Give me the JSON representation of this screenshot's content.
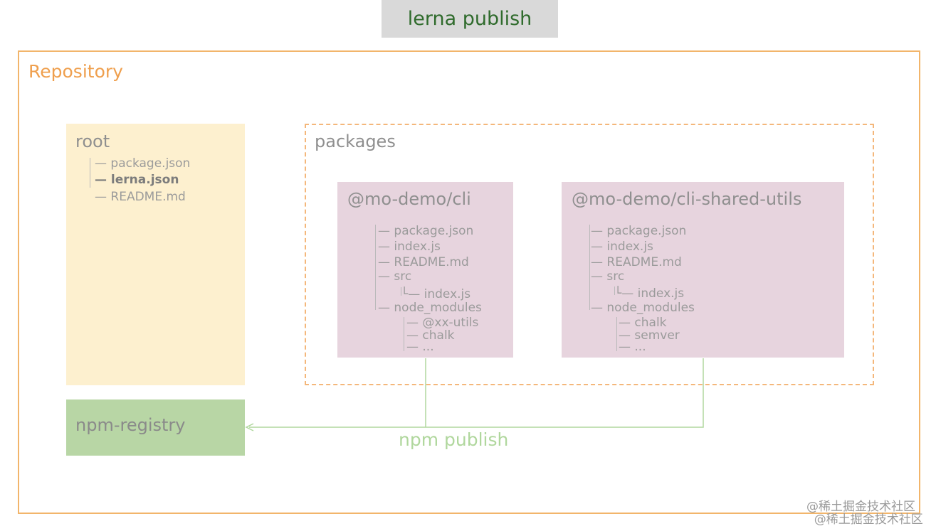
{
  "title": "lerna publish",
  "repository": {
    "label": "Repository"
  },
  "root": {
    "label": "root",
    "files": [
      "— package.json",
      "— lerna.json",
      "— README.md"
    ]
  },
  "packages": {
    "label": "packages",
    "cli": {
      "name": "@mo-demo/cli",
      "files": [
        "— package.json",
        "— index.js",
        "— README.md",
        "— src",
        "└— index.js",
        "— node_modules",
        "— @xx-utils",
        "— chalk",
        "— ..."
      ]
    },
    "shared": {
      "name": "@mo-demo/cli-shared-utils",
      "files": [
        "— package.json",
        "— index.js",
        "— README.md",
        "— src",
        "└— index.js",
        "— node_modules",
        "— chalk",
        "— semver",
        "— ..."
      ]
    }
  },
  "registry": {
    "label": "npm-registry"
  },
  "connector": {
    "label": "npm publish"
  },
  "watermark": "@稀土掘金技术社区\n  @稀土掘金技术社区",
  "colors": {
    "title_bg": "#d9d9d9",
    "title_text": "#2f6b2c",
    "repo_border": "#f2b56b",
    "root_bg": "#fdf0cf",
    "package_bg": "#e7d4de",
    "registry_bg": "#b8d6a5",
    "arrow": "#b0d79d"
  }
}
